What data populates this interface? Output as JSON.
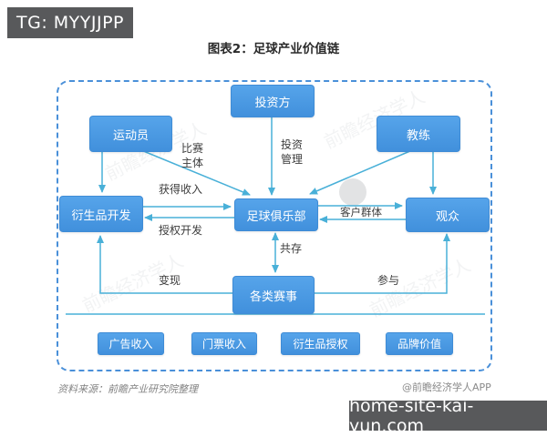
{
  "badge": {
    "text": "TG: MYYJJPP"
  },
  "title": "图表2：足球产业价值链",
  "nodes": {
    "investor": "投资方",
    "athlete": "运动员",
    "coach": "教练",
    "derivatives": "衍生品开发",
    "club": "足球俱乐部",
    "audience": "观众",
    "events": "各类赛事",
    "ad_revenue": "广告收入",
    "ticket_revenue": "门票收入",
    "derivative_licensing": "衍生品授权",
    "brand_value": "品牌价值"
  },
  "edges": {
    "match_subject": "比赛\n主体",
    "invest_mgmt": "投资\n管理",
    "earn_income": "获得收入",
    "licensed_dev": "授权开发",
    "customer_group": "客户群体",
    "coexist": "共存",
    "monetize": "变现",
    "participate": "参与"
  },
  "footer": {
    "source": "资料来源：前瞻产业研究院整理",
    "credit": "@前瞻经济学人APP",
    "url": "home-site-kai-yun.com"
  },
  "watermark": {
    "text": "前瞻经济学人"
  },
  "colors": {
    "box_blue": "#4c9ce4",
    "arrow_cyan": "#49b0d8",
    "frame_blue": "#4a90d9",
    "badge_gray": "#58595b"
  }
}
